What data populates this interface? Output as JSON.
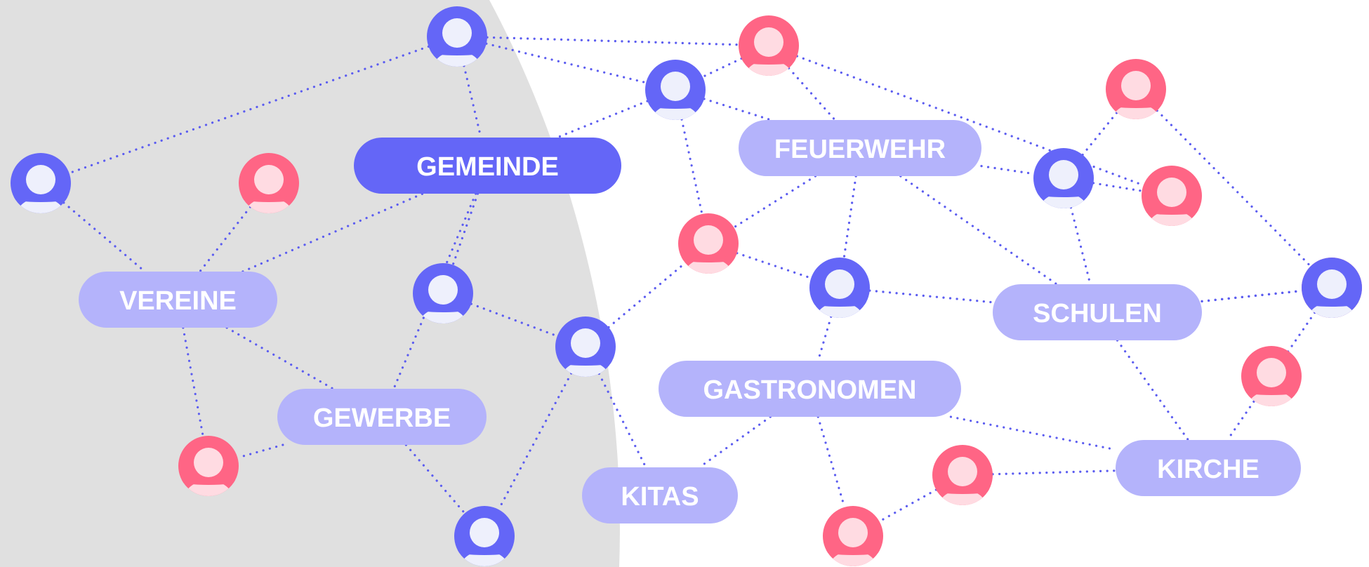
{
  "colors": {
    "background": "#ffffff",
    "shaded_region": "#e0e0e0",
    "link": "#5b5cf0",
    "label_primary": "#6466f7",
    "label_secondary": "#b4b3fb",
    "label_text": "#ffffff",
    "person_blue": "#6466f7",
    "person_blue_inner": "#eef0fc",
    "person_pink": "#ff6585",
    "person_pink_inner": "#ffdbe2"
  },
  "icon": "person-avatar-icon",
  "labels": [
    {
      "id": "gemeinde",
      "text": "GEMEINDE",
      "style": "primary"
    },
    {
      "id": "feuerwehr",
      "text": "FEUERWEHR",
      "style": "secondary"
    },
    {
      "id": "vereine",
      "text": "VEREINE",
      "style": "secondary"
    },
    {
      "id": "schulen",
      "text": "SCHULEN",
      "style": "secondary"
    },
    {
      "id": "gastronomen",
      "text": "GASTRONOMEN",
      "style": "secondary"
    },
    {
      "id": "gewerbe",
      "text": "GEWERBE",
      "style": "secondary"
    },
    {
      "id": "kitas",
      "text": "KITAS",
      "style": "secondary"
    },
    {
      "id": "kirche",
      "text": "KIRCHE",
      "style": "secondary"
    }
  ],
  "people": [
    {
      "id": "p1",
      "color": "blue"
    },
    {
      "id": "p2",
      "color": "pink"
    },
    {
      "id": "p3",
      "color": "blue"
    },
    {
      "id": "p4",
      "color": "pink"
    },
    {
      "id": "p5",
      "color": "blue"
    },
    {
      "id": "p6",
      "color": "pink"
    },
    {
      "id": "p7",
      "color": "blue"
    },
    {
      "id": "p8",
      "color": "pink"
    },
    {
      "id": "p9",
      "color": "blue"
    },
    {
      "id": "p10",
      "color": "pink"
    },
    {
      "id": "p11",
      "color": "blue"
    },
    {
      "id": "p12",
      "color": "pink"
    },
    {
      "id": "p13",
      "color": "pink"
    },
    {
      "id": "p14",
      "color": "blue"
    },
    {
      "id": "p15",
      "color": "pink"
    },
    {
      "id": "p16",
      "color": "blue"
    },
    {
      "id": "p17",
      "color": "pink"
    },
    {
      "id": "p18",
      "color": "blue"
    },
    {
      "id": "p19",
      "color": "pink"
    }
  ],
  "links": [
    [
      "p1",
      "p3"
    ],
    [
      "p1",
      "p2"
    ],
    [
      "p1",
      "gemeinde"
    ],
    [
      "p1",
      "p5"
    ],
    [
      "p2",
      "p3"
    ],
    [
      "p2",
      "feuerwehr"
    ],
    [
      "p2",
      "p8"
    ],
    [
      "p3",
      "gemeinde"
    ],
    [
      "p3",
      "p10"
    ],
    [
      "p3",
      "feuerwehr"
    ],
    [
      "p5",
      "vereine"
    ],
    [
      "p6",
      "vereine"
    ],
    [
      "vereine",
      "gemeinde"
    ],
    [
      "vereine",
      "gewerbe"
    ],
    [
      "vereine",
      "p15"
    ],
    [
      "gemeinde",
      "p7"
    ],
    [
      "gemeinde",
      "gewerbe"
    ],
    [
      "p7",
      "p14"
    ],
    [
      "p14",
      "p10"
    ],
    [
      "p14",
      "p18"
    ],
    [
      "p14",
      "kitas"
    ],
    [
      "feuerwehr",
      "p10"
    ],
    [
      "feuerwehr",
      "p11"
    ],
    [
      "feuerwehr",
      "schulen"
    ],
    [
      "feuerwehr",
      "p9"
    ],
    [
      "p10",
      "p11"
    ],
    [
      "p11",
      "schulen"
    ],
    [
      "p11",
      "gastronomen"
    ],
    [
      "p9",
      "p8"
    ],
    [
      "p9",
      "p4"
    ],
    [
      "p9",
      "schulen"
    ],
    [
      "schulen",
      "p16"
    ],
    [
      "schulen",
      "p12"
    ],
    [
      "schulen",
      "kirche"
    ],
    [
      "p4",
      "p16"
    ],
    [
      "p12",
      "kirche"
    ],
    [
      "gastronomen",
      "kitas"
    ],
    [
      "gastronomen",
      "p19"
    ],
    [
      "gastronomen",
      "kirche"
    ],
    [
      "p17",
      "p19"
    ],
    [
      "p17",
      "kirche"
    ],
    [
      "gewerbe",
      "p15"
    ],
    [
      "gewerbe",
      "p18"
    ]
  ]
}
